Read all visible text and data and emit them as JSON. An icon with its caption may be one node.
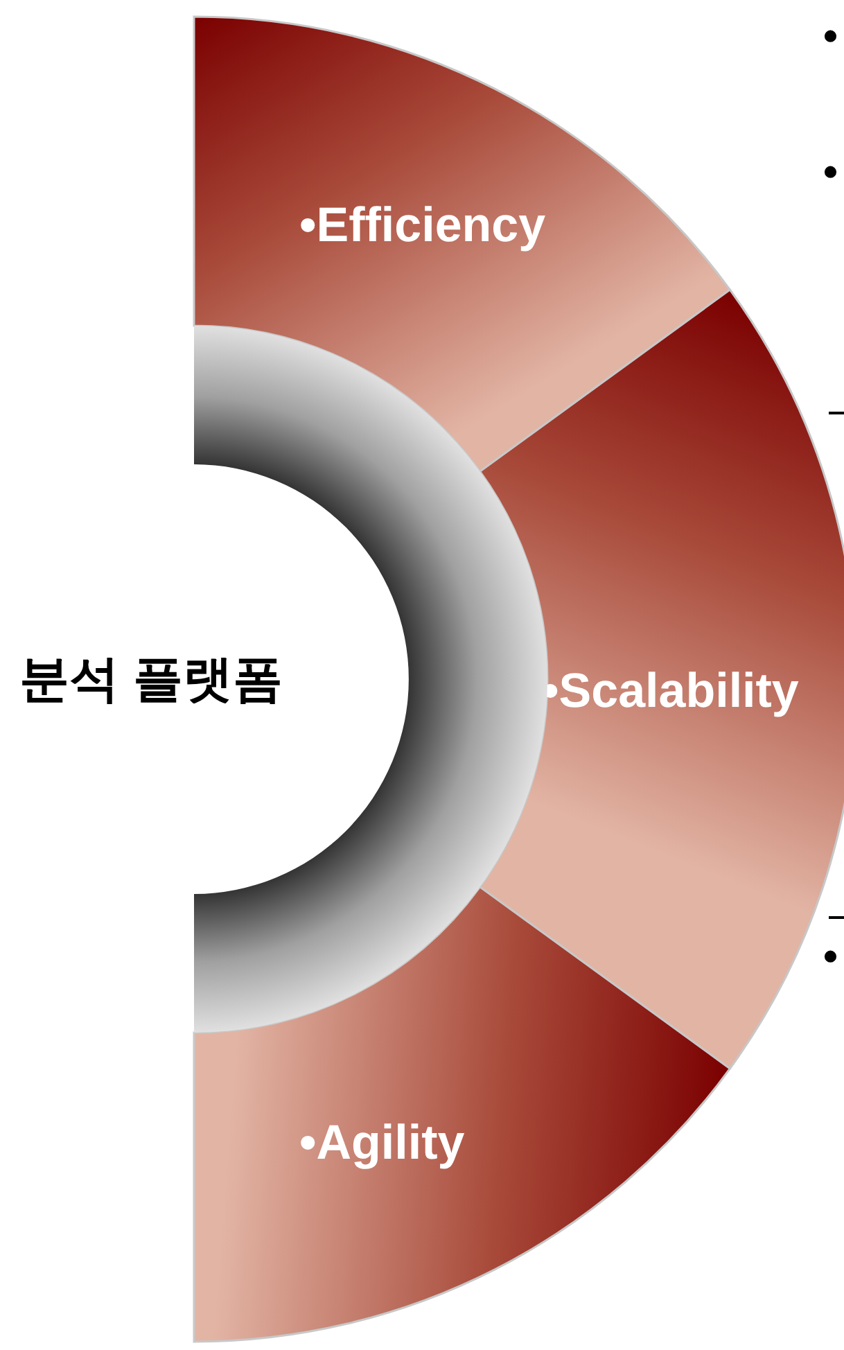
{
  "diagram": {
    "nodes": [
      {
        "text": [
          "분석 플랫폼"
        ]
      },
      {
        "text": [
          "•Efficiency"
        ]
      },
      {
        "text": [
          "•Scalability"
        ]
      },
      {
        "text": [
          "•Agility"
        ]
      },
      {
        "text": [],
        "shape": "band"
      }
    ],
    "labels": [
      "•",
      "•",
      "•"
    ]
  }
}
